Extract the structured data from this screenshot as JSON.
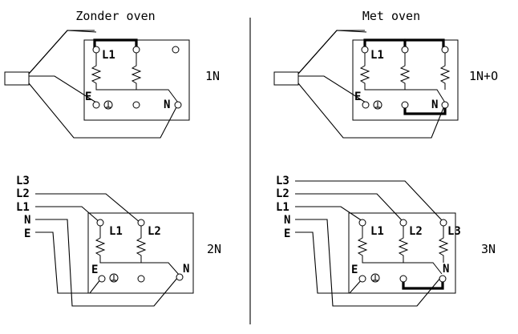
{
  "header": {
    "left_title": "Zonder oven",
    "right_title": "Met oven"
  },
  "configs": {
    "c1": {
      "label": "1N",
      "terminals": [
        "L1",
        "E",
        "N"
      ]
    },
    "c2": {
      "label": "1N+O",
      "terminals": [
        "L1",
        "E",
        "N"
      ]
    },
    "c3": {
      "label": "2N",
      "wires": [
        "L3",
        "L2",
        "L1",
        "N",
        "E"
      ],
      "terminals": [
        "L1",
        "L2",
        "E",
        "N"
      ]
    },
    "c4": {
      "label": "3N",
      "wires": [
        "L3",
        "L2",
        "L1",
        "N",
        "E"
      ],
      "terminals": [
        "L1",
        "L2",
        "L3",
        "E",
        "N"
      ]
    }
  }
}
